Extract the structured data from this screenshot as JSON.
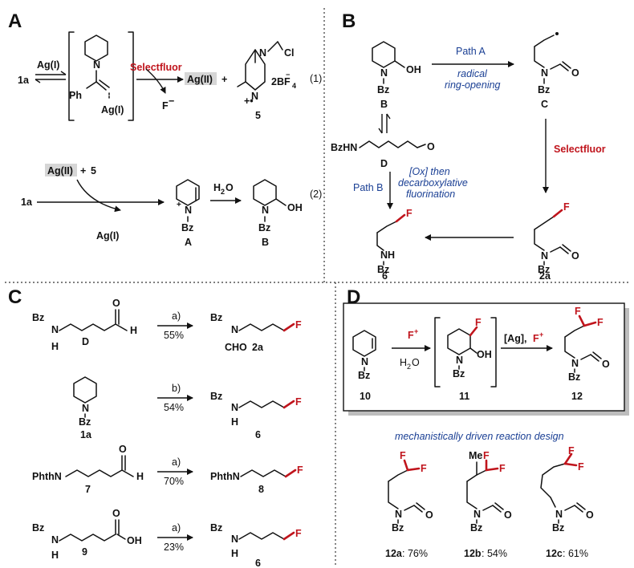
{
  "panels": [
    "A",
    "B",
    "C",
    "D"
  ],
  "panelA": {
    "start": "1a",
    "reagent1": "Ag(I)",
    "carbonyl_sub": "Ph",
    "ag_label": "Ag(I)",
    "selectfluor": "Selectfluor",
    "agII": "Ag(II)",
    "plus": "+",
    "fluoride": "F",
    "fluoride_charge": "−",
    "cl": "Cl",
    "n_plus": "N",
    "salt": "2BF",
    "salt_sub": "4",
    "salt_sup": "−",
    "radical_cation": "+•",
    "cmpd5": "5",
    "eq1": "(1)",
    "agII_b": "Ag(II)",
    "plus_b": "+",
    "five": "5",
    "start2": "1a",
    "agI_out": "Ag(I)",
    "water": "H",
    "water_sub": "2",
    "water_o": "O",
    "labelA": "A",
    "labelB": "B",
    "oh": "OH",
    "bz": "Bz",
    "n": "N",
    "eq2": "(2)"
  },
  "panelB": {
    "pathA": "Path A",
    "radical1": "radical",
    "radical2": "ring-opening",
    "labelB": "B",
    "labelC": "C",
    "oh": "OH",
    "n": "N",
    "bz": "Bz",
    "o": "O",
    "bzhn": "BzHN",
    "labelD": "D",
    "selectfluor": "Selectfluor",
    "pathB": "Path B",
    "ox1": "[Ox] then",
    "ox2": "decarboxylative",
    "ox3": "fluorination",
    "f": "F",
    "nh": "NH",
    "label6": "6",
    "label2a": "2a"
  },
  "panelC": {
    "rows": [
      {
        "left_label": "D",
        "cond": "a)",
        "yield": "55%",
        "right_label": "2a",
        "extra": "CHO"
      },
      {
        "left_label": "1a",
        "cond": "b)",
        "yield": "54%",
        "right_label": "6"
      },
      {
        "left_label": "7",
        "cond": "a)",
        "yield": "70%",
        "right_label": "8",
        "left_group": "PhthN",
        "right_group": "PhthN"
      },
      {
        "left_label": "9",
        "cond": "a)",
        "yield": "23%",
        "right_label": "6",
        "acid": "OH"
      }
    ],
    "bz": "Bz",
    "n": "N",
    "h": "H",
    "o": "O",
    "f": "F"
  },
  "panelD": {
    "label10": "10",
    "label11": "11",
    "label12": "12",
    "fplus": "F",
    "fplus_sup": "+",
    "water": "H",
    "water_sub": "2",
    "water_o": "O",
    "ag_f": "[Ag], ",
    "ag_f2": "F",
    "ag_f2_sup": "+",
    "oh": "OH",
    "design": "mechanistically driven reaction design",
    "me": "Me",
    "products": [
      {
        "label": "12a",
        "yield": ": 76%"
      },
      {
        "label": "12b",
        "yield": ": 54%"
      },
      {
        "label": "12c",
        "yield": ": 61%"
      }
    ]
  }
}
